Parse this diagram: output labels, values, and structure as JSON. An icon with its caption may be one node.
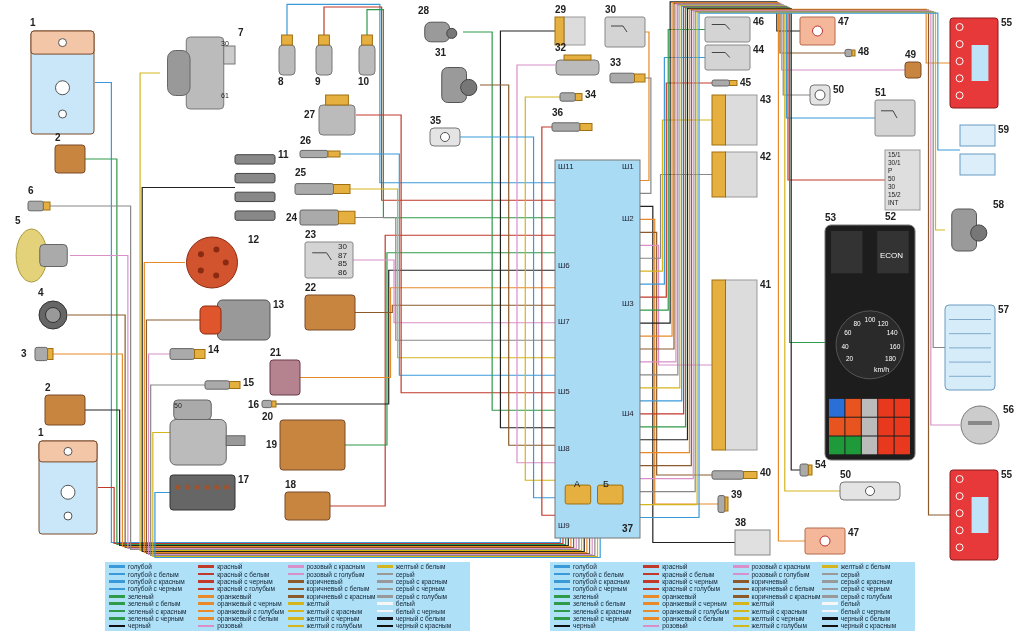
{
  "diagram": {
    "nodes": [
      {
        "text": [
          "1"
        ]
      },
      {
        "text": [
          "1"
        ]
      },
      {
        "text": [
          "2"
        ]
      },
      {
        "text": [
          "2"
        ]
      },
      {
        "text": [
          "3"
        ]
      },
      {
        "text": [
          "4"
        ]
      },
      {
        "text": [
          "5"
        ]
      },
      {
        "text": [
          "6"
        ]
      },
      {
        "text": [
          "7"
        ]
      },
      {
        "text": [
          "8"
        ]
      },
      {
        "text": [
          "9"
        ]
      },
      {
        "text": [
          "10"
        ]
      },
      {
        "text": [
          "11"
        ]
      },
      {
        "text": [
          "12"
        ]
      },
      {
        "text": [
          "13"
        ]
      },
      {
        "text": [
          "14"
        ]
      },
      {
        "text": [
          "15"
        ]
      },
      {
        "text": [
          "16"
        ]
      },
      {
        "text": [
          "17"
        ]
      },
      {
        "text": [
          "18"
        ]
      },
      {
        "text": [
          "19"
        ]
      },
      {
        "text": [
          "20"
        ]
      },
      {
        "text": [
          "21"
        ]
      },
      {
        "text": [
          "22"
        ]
      },
      {
        "text": [
          "23"
        ]
      },
      {
        "text": [
          "24"
        ]
      },
      {
        "text": [
          "25"
        ]
      },
      {
        "text": [
          "26"
        ]
      },
      {
        "text": [
          "27"
        ]
      },
      {
        "text": [
          "28"
        ]
      },
      {
        "text": [
          "29"
        ]
      },
      {
        "text": [
          "30"
        ]
      },
      {
        "text": [
          "31"
        ]
      },
      {
        "text": [
          "32"
        ]
      },
      {
        "text": [
          "33"
        ]
      },
      {
        "text": [
          "34"
        ]
      },
      {
        "text": [
          "35"
        ]
      },
      {
        "text": [
          "36"
        ]
      },
      {
        "text": [
          "37"
        ]
      },
      {
        "text": [
          "38"
        ]
      },
      {
        "text": [
          "39"
        ]
      },
      {
        "text": [
          "40"
        ]
      },
      {
        "text": [
          "41"
        ]
      },
      {
        "text": [
          "42"
        ]
      },
      {
        "text": [
          "43"
        ]
      },
      {
        "text": [
          "44"
        ]
      },
      {
        "text": [
          "45"
        ]
      },
      {
        "text": [
          "46"
        ]
      },
      {
        "text": [
          "47"
        ]
      },
      {
        "text": [
          "47"
        ]
      },
      {
        "text": [
          "48"
        ]
      },
      {
        "text": [
          "49"
        ]
      },
      {
        "text": [
          "50"
        ]
      },
      {
        "text": [
          "50"
        ]
      },
      {
        "text": [
          "51"
        ]
      },
      {
        "text": [
          "52"
        ]
      },
      {
        "text": [
          "53"
        ]
      },
      {
        "text": [
          "54"
        ]
      },
      {
        "text": [
          "55"
        ]
      },
      {
        "text": [
          "55"
        ]
      },
      {
        "text": [
          "56"
        ]
      },
      {
        "text": [
          "57"
        ]
      },
      {
        "text": [
          "58"
        ]
      },
      {
        "text": [
          "59"
        ]
      }
    ],
    "edges": [
      {
        "from": 0,
        "to": 38,
        "arrow": "none",
        "color": "#3a9ad9"
      },
      {
        "from": 1,
        "to": 38,
        "arrow": "none",
        "color": "#c0392b"
      },
      {
        "from": 2,
        "to": 38,
        "arrow": "none",
        "color": "#2e9a4a"
      },
      {
        "from": 3,
        "to": 38,
        "arrow": "none",
        "color": "#222222"
      },
      {
        "from": 4,
        "to": 38,
        "arrow": "none",
        "color": "#e8892a"
      },
      {
        "from": 5,
        "to": 38,
        "arrow": "none",
        "color": "#8b5a2b"
      },
      {
        "from": 6,
        "to": 38,
        "arrow": "none",
        "color": "#d98fc8"
      },
      {
        "from": 7,
        "to": 38,
        "arrow": "none",
        "color": "#888888"
      },
      {
        "from": 8,
        "to": 38,
        "arrow": "none",
        "color": "#d4b51c"
      },
      {
        "from": 9,
        "to": 38,
        "arrow": "none",
        "color": "#3a9ad9"
      },
      {
        "from": 10,
        "to": 38,
        "arrow": "none",
        "color": "#c0392b"
      },
      {
        "from": 11,
        "to": 38,
        "arrow": "none",
        "color": "#2e9a4a"
      },
      {
        "from": 12,
        "to": 38,
        "arrow": "none",
        "color": "#222222"
      },
      {
        "from": 13,
        "to": 38,
        "arrow": "none",
        "color": "#e8892a"
      },
      {
        "from": 14,
        "to": 38,
        "arrow": "none",
        "color": "#8b5a2b"
      },
      {
        "from": 15,
        "to": 38,
        "arrow": "none",
        "color": "#d98fc8"
      },
      {
        "from": 16,
        "to": 38,
        "arrow": "none",
        "color": "#888888"
      },
      {
        "from": 17,
        "to": 38,
        "arrow": "none",
        "color": "#d4b51c"
      },
      {
        "from": 18,
        "to": 38,
        "arrow": "none",
        "color": "#3a9ad9"
      },
      {
        "from": 19,
        "to": 38,
        "arrow": "none",
        "color": "#c0392b"
      },
      {
        "from": 20,
        "to": 38,
        "arrow": "none",
        "color": "#2e9a4a"
      },
      {
        "from": 21,
        "to": 38,
        "arrow": "none",
        "color": "#222222"
      },
      {
        "from": 22,
        "to": 38,
        "arrow": "none",
        "color": "#e8892a"
      },
      {
        "from": 23,
        "to": 38,
        "arrow": "none",
        "color": "#8b5a2b"
      },
      {
        "from": 24,
        "to": 38,
        "arrow": "none",
        "color": "#d98fc8"
      },
      {
        "from": 25,
        "to": 38,
        "arrow": "none",
        "color": "#888888"
      },
      {
        "from": 26,
        "to": 38,
        "arrow": "none",
        "color": "#d4b51c"
      },
      {
        "from": 27,
        "to": 38,
        "arrow": "none",
        "color": "#3a9ad9"
      },
      {
        "from": 28,
        "to": 38,
        "arrow": "none",
        "color": "#c0392b"
      },
      {
        "from": 29,
        "to": 38,
        "arrow": "none",
        "color": "#2e9a4a"
      },
      {
        "from": 30,
        "to": 38,
        "arrow": "none",
        "color": "#222222"
      },
      {
        "from": 31,
        "to": 38,
        "arrow": "none",
        "color": "#e8892a"
      },
      {
        "from": 32,
        "to": 38,
        "arrow": "none",
        "color": "#8b5a2b"
      },
      {
        "from": 33,
        "to": 38,
        "arrow": "none",
        "color": "#d98fc8"
      },
      {
        "from": 34,
        "to": 38,
        "arrow": "none",
        "color": "#888888"
      },
      {
        "from": 35,
        "to": 38,
        "arrow": "none",
        "color": "#d4b51c"
      },
      {
        "from": 36,
        "to": 38,
        "arrow": "none",
        "color": "#3a9ad9"
      },
      {
        "from": 37,
        "to": 38,
        "arrow": "none",
        "color": "#c0392b"
      },
      {
        "from": 39,
        "to": 38,
        "arrow": "none",
        "color": "#222222"
      },
      {
        "from": 40,
        "to": 38,
        "arrow": "none",
        "color": "#e8892a"
      },
      {
        "from": 41,
        "to": 38,
        "arrow": "none",
        "color": "#8b5a2b"
      },
      {
        "from": 42,
        "to": 38,
        "arrow": "none",
        "color": "#d98fc8"
      },
      {
        "from": 43,
        "to": 38,
        "arrow": "none",
        "color": "#888888"
      },
      {
        "from": 44,
        "to": 38,
        "arrow": "none",
        "color": "#d4b51c"
      },
      {
        "from": 45,
        "to": 38,
        "arrow": "none",
        "color": "#3a9ad9"
      },
      {
        "from": 46,
        "to": 38,
        "arrow": "none",
        "color": "#c0392b"
      },
      {
        "from": 47,
        "to": 38,
        "arrow": "none",
        "color": "#2e9a4a"
      },
      {
        "from": 48,
        "to": 38,
        "arrow": "none",
        "color": "#222222"
      },
      {
        "from": 49,
        "to": 38,
        "arrow": "none",
        "color": "#e8892a"
      },
      {
        "from": 50,
        "to": 38,
        "arrow": "none",
        "color": "#8b5a2b"
      },
      {
        "from": 51,
        "to": 38,
        "arrow": "none",
        "color": "#d98fc8"
      },
      {
        "from": 52,
        "to": 38,
        "arrow": "none",
        "color": "#888888"
      },
      {
        "from": 53,
        "to": 38,
        "arrow": "none",
        "color": "#d4b51c"
      },
      {
        "from": 54,
        "to": 38,
        "arrow": "none",
        "color": "#3a9ad9"
      },
      {
        "from": 55,
        "to": 38,
        "arrow": "none",
        "color": "#c0392b"
      },
      {
        "from": 56,
        "to": 38,
        "arrow": "none",
        "color": "#2e9a4a"
      },
      {
        "from": 57,
        "to": 38,
        "arrow": "none",
        "color": "#222222"
      },
      {
        "from": 58,
        "to": 38,
        "arrow": "none",
        "color": "#e8892a"
      },
      {
        "from": 59,
        "to": 38,
        "arrow": "none",
        "color": "#8b5a2b"
      },
      {
        "from": 60,
        "to": 38,
        "arrow": "none",
        "color": "#d98fc8"
      },
      {
        "from": 61,
        "to": 38,
        "arrow": "none",
        "color": "#888888"
      },
      {
        "from": 62,
        "to": 38,
        "arrow": "none",
        "color": "#d4b51c"
      },
      {
        "from": 63,
        "to": 38,
        "arrow": "none",
        "color": "#3a9ad9"
      }
    ],
    "labels": [
      "Ш11",
      "Ш1",
      "Ш2",
      "Ш6",
      "Ш7",
      "Ш3",
      "Ш5",
      "Ш4",
      "Ш8",
      "А",
      "Б",
      "Ш9",
      "30",
      "61",
      "30",
      "87",
      "85",
      "86",
      "50",
      "15/1",
      "30/1",
      "Р",
      "50",
      "30",
      "15/2",
      "INT",
      "ECON",
      "20",
      "40",
      "60",
      "80",
      "100",
      "120",
      "140",
      "160",
      "180",
      "km/h"
    ],
    "legend": [
      {
        "text": "голубой",
        "color": "#3a9ad9"
      },
      {
        "text": "голубой с белым",
        "color": "#3a9ad9"
      },
      {
        "text": "голубой с красным",
        "color": "#3a9ad9"
      },
      {
        "text": "голубой с черным",
        "color": "#3a9ad9"
      },
      {
        "text": "зеленый",
        "color": "#2e9a4a"
      },
      {
        "text": "зеленый с белым",
        "color": "#2e9a4a"
      },
      {
        "text": "зеленый с красным",
        "color": "#2e9a4a"
      },
      {
        "text": "зеленый с черным",
        "color": "#2e9a4a"
      },
      {
        "text": "черный",
        "color": "#111111"
      },
      {
        "text": "красный",
        "color": "#c0392b"
      },
      {
        "text": "красный с белым",
        "color": "#c0392b"
      },
      {
        "text": "красный с черным",
        "color": "#c0392b"
      },
      {
        "text": "красный с голубым",
        "color": "#c0392b"
      },
      {
        "text": "оранжевый",
        "color": "#e8892a"
      },
      {
        "text": "оранжевый с черным",
        "color": "#e8892a"
      },
      {
        "text": "оранжевый с голубым",
        "color": "#e8892a"
      },
      {
        "text": "оранжевый с белым",
        "color": "#e8892a"
      },
      {
        "text": "розовый",
        "color": "#d98fc8"
      },
      {
        "text": "розовый с красным",
        "color": "#d98fc8"
      },
      {
        "text": "розовый с голубым",
        "color": "#d98fc8"
      },
      {
        "text": "коричневый",
        "color": "#8b5a2b"
      },
      {
        "text": "коричневый с белым",
        "color": "#8b5a2b"
      },
      {
        "text": "коричневый с красным",
        "color": "#8b5a2b"
      },
      {
        "text": "желтый",
        "color": "#d4b51c"
      },
      {
        "text": "желтый с красным",
        "color": "#d4b51c"
      },
      {
        "text": "желтый с черным",
        "color": "#d4b51c"
      },
      {
        "text": "желтый с голубым",
        "color": "#d4b51c"
      },
      {
        "text": "желтый с белым",
        "color": "#d4b51c"
      },
      {
        "text": "серый",
        "color": "#999999"
      },
      {
        "text": "серый с красным",
        "color": "#999999"
      },
      {
        "text": "серый с черным",
        "color": "#999999"
      },
      {
        "text": "серый с голубым",
        "color": "#999999"
      },
      {
        "text": "белый",
        "color": "#f6f6f6"
      },
      {
        "text": "белый с черным",
        "color": "#f6f6f6"
      },
      {
        "text": "черный с белым",
        "color": "#111111"
      },
      {
        "text": "черный с красным",
        "color": "#111111"
      },
      {
        "text": "голубой",
        "color": "#3a9ad9"
      },
      {
        "text": "голубой с белым",
        "color": "#3a9ad9"
      },
      {
        "text": "голубой с красным",
        "color": "#3a9ad9"
      },
      {
        "text": "голубой с черным",
        "color": "#3a9ad9"
      },
      {
        "text": "зеленый",
        "color": "#2e9a4a"
      },
      {
        "text": "зеленый с белым",
        "color": "#2e9a4a"
      },
      {
        "text": "зеленый с красным",
        "color": "#2e9a4a"
      },
      {
        "text": "зеленый с черным",
        "color": "#2e9a4a"
      },
      {
        "text": "черный",
        "color": "#111111"
      },
      {
        "text": "красный",
        "color": "#c0392b"
      },
      {
        "text": "красный с белым",
        "color": "#c0392b"
      },
      {
        "text": "красный с черным",
        "color": "#c0392b"
      },
      {
        "text": "красный с голубым",
        "color": "#c0392b"
      },
      {
        "text": "оранжевый",
        "color": "#e8892a"
      },
      {
        "text": "оранжевый с черным",
        "color": "#e8892a"
      },
      {
        "text": "оранжевый с голубым",
        "color": "#e8892a"
      },
      {
        "text": "оранжевый с белым",
        "color": "#e8892a"
      },
      {
        "text": "розовый",
        "color": "#d98fc8"
      },
      {
        "text": "розовый с красным",
        "color": "#d98fc8"
      },
      {
        "text": "розовый с голубым",
        "color": "#d98fc8"
      },
      {
        "text": "коричневый",
        "color": "#8b5a2b"
      },
      {
        "text": "коричневый с белым",
        "color": "#8b5a2b"
      },
      {
        "text": "коричневый с красным",
        "color": "#8b5a2b"
      },
      {
        "text": "желтый",
        "color": "#d4b51c"
      },
      {
        "text": "желтый с красным",
        "color": "#d4b51c"
      },
      {
        "text": "желтый с черным",
        "color": "#d4b51c"
      },
      {
        "text": "желтый с голубым",
        "color": "#d4b51c"
      },
      {
        "text": "желтый с белым",
        "color": "#d4b51c"
      },
      {
        "text": "серый",
        "color": "#999999"
      },
      {
        "text": "серый с красным",
        "color": "#999999"
      },
      {
        "text": "серый с черным",
        "color": "#999999"
      },
      {
        "text": "серый с голубым",
        "color": "#999999"
      },
      {
        "text": "белый",
        "color": "#f6f6f6"
      },
      {
        "text": "белый с черным",
        "color": "#f6f6f6"
      },
      {
        "text": "черный с белым",
        "color": "#111111"
      },
      {
        "text": "черный с красным",
        "color": "#111111"
      }
    ]
  }
}
